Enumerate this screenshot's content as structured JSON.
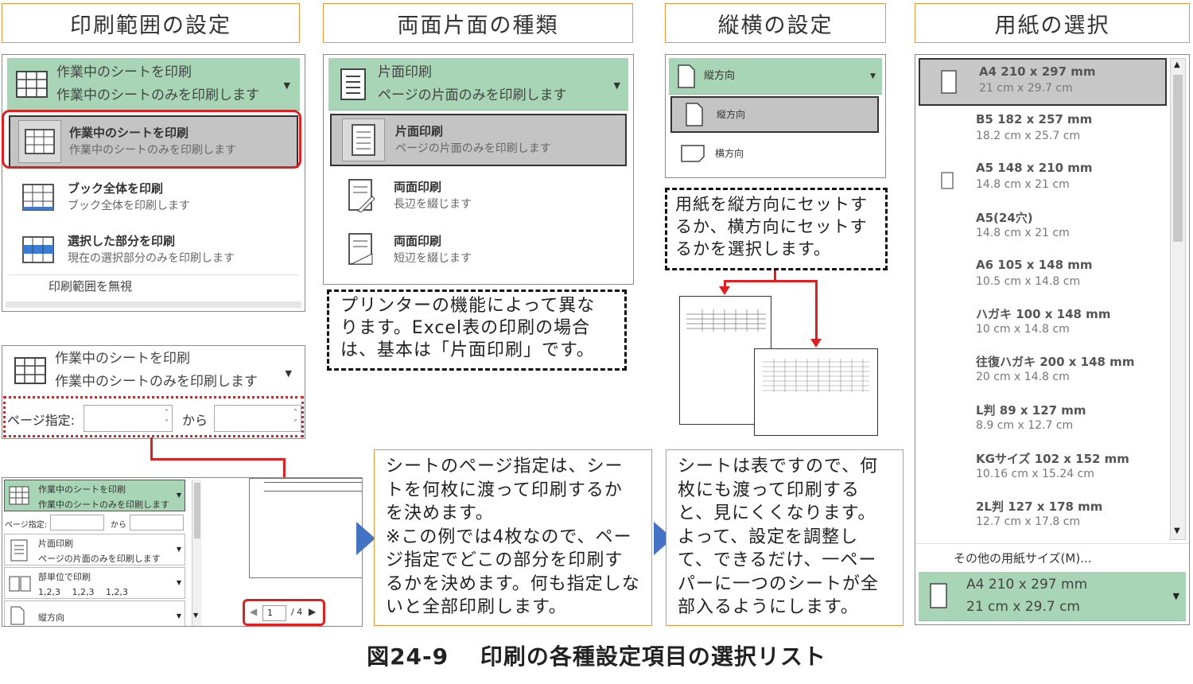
{
  "headers": {
    "print_range": "印刷範囲の設定",
    "duplex": "両面片面の種類",
    "orientation": "縦横の設定",
    "paper": "用紙の選択"
  },
  "print_range_panel": {
    "selected_title": "作業中のシートを印刷",
    "selected_desc": "作業中のシートのみを印刷します",
    "items": [
      {
        "title": "作業中のシートを印刷",
        "desc": "作業中のシートのみを印刷します"
      },
      {
        "title": "ブック全体を印刷",
        "desc": "ブック全体を印刷します"
      },
      {
        "title": "選択した部分を印刷",
        "desc": "現在の選択部分のみを印刷します"
      }
    ],
    "ignore_label": "印刷範囲を無視"
  },
  "page_spec_panel": {
    "title": "作業中のシートを印刷",
    "desc": "作業中のシートのみを印刷します",
    "page_label": "ページ指定:",
    "from_label": "から"
  },
  "mini_panel": {
    "sheet_title": "作業中のシートを印刷",
    "sheet_desc": "作業中のシートのみを印刷します",
    "page_label": "ページ指定:",
    "from_label": "から",
    "side_title": "片面印刷",
    "side_desc": "ページの片面のみを印刷します",
    "collate_title": "部単位で印刷",
    "collate_desc": "1,2,3　 1,2,3　 1,2,3",
    "orient_title": "縦方向",
    "page_input": "1",
    "page_total": "/ 4"
  },
  "duplex_panel": {
    "selected_title": "片面印刷",
    "selected_desc": "ページの片面のみを印刷します",
    "items": [
      {
        "title": "片面印刷",
        "desc": "ページの片面のみを印刷します"
      },
      {
        "title": "両面印刷",
        "desc": "長辺を綴じます"
      },
      {
        "title": "両面印刷",
        "desc": "短辺を綴じます"
      }
    ]
  },
  "duplex_note": "プリンターの機能によって異なります。Excel表の印刷の場合は、基本は「片面印刷」です。",
  "orientation_panel": {
    "selected": "縦方向",
    "items": [
      "縦方向",
      "横方向"
    ]
  },
  "orientation_note": "用紙を縦方向にセットするか、横方向にセットするかを選択します。",
  "page_note": "シートのページ指定は、シートを何枚に渡って印刷するかを決めます。\n※この例では4枚なので、ページ指定でどこの部分を印刷するかを決めます。何も指定しないと全部印刷します。",
  "sheet_note": "シートは表ですので、何枚にも渡って印刷すると、見にくくなります。\nよって、設定を調整して、できるだけ、一ペーパーに一つのシートが全部入るようにします。",
  "paper_panel": {
    "items": [
      {
        "name": "A4 210 x 297 mm",
        "size": "21 cm x 29.7 cm"
      },
      {
        "name": "B5 182 x 257 mm",
        "size": "18.2 cm x 25.7 cm"
      },
      {
        "name": "A5 148 x 210 mm",
        "size": "14.8 cm x 21 cm"
      },
      {
        "name": "A5(24穴)",
        "size": "14.8 cm x 21 cm"
      },
      {
        "name": "A6 105 x 148 mm",
        "size": "10.5 cm x 14.8 cm"
      },
      {
        "name": "ハガキ 100 x 148 mm",
        "size": "10 cm x 14.8 cm"
      },
      {
        "name": "往復ハガキ 200 x 148 mm",
        "size": "20 cm x 14.8 cm"
      },
      {
        "name": "L判 89 x 127 mm",
        "size": "8.9 cm x 12.7 cm"
      },
      {
        "name": "KGサイズ 102 x 152 mm",
        "size": "10.16 cm x 15.24 cm"
      },
      {
        "name": "2L判 127 x 178 mm",
        "size": "12.7 cm x 17.8 cm"
      }
    ],
    "other_sizes": "その他の用紙サイズ(M)...",
    "selected_name": "A4 210 x 297 mm",
    "selected_size": "21 cm x 29.7 cm"
  },
  "caption": "図24-9　 印刷の各種設定項目の選択リスト",
  "colors": {
    "accent_orange": "#e8953c",
    "selection_green": "#a8d5b5",
    "highlight_red": "#e02020",
    "arrow_blue": "#4472c4"
  }
}
